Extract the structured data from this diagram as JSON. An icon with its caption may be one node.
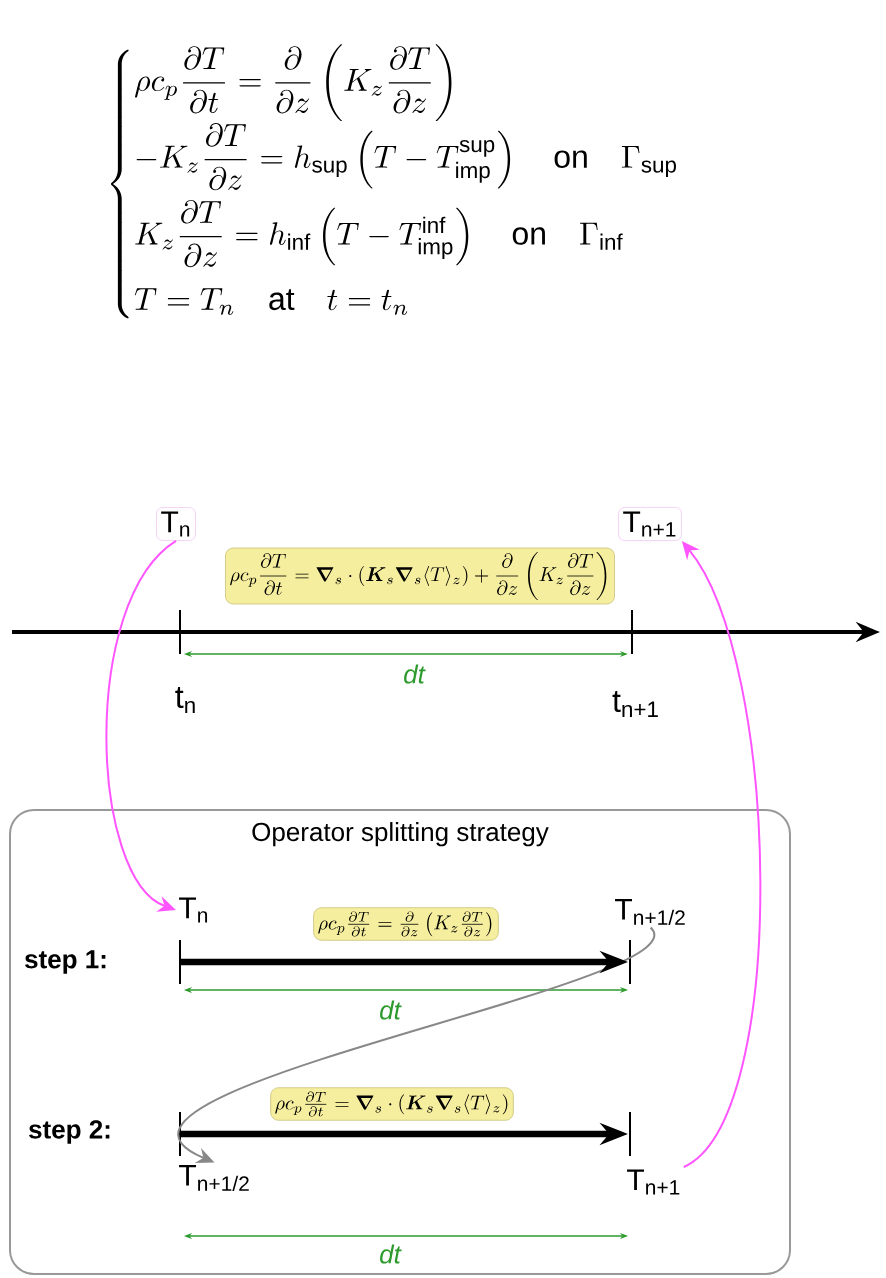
{
  "diagram": {
    "nodes": [
      {
        "text": [
          "T$_{n}$"
        ]
      },
      {
        "text": [
          "T$_{n+1}$"
        ]
      },
      {
        "text": [
          "\\rho c_p \\dfrac{\\partial T}{\\partial t} = \\boldsymbol{\\nabla}_s \\cdot \\left(\\boldsymbol{K}_s \\boldsymbol{\\nabla}_s \\langle T \\rangle_z\\right) + \\dfrac{\\partial}{\\partial z}\\left(K_z \\dfrac{\\partial T}{\\partial z}\\right)"
        ]
      },
      {
        "text": [
          "Operator splitting strategy"
        ]
      },
      {
        "text": [
          "T$_{n}$"
        ],
        "in": 3
      },
      {
        "text": [
          "T$_{n+1/2}$"
        ],
        "in": 3
      },
      {
        "text": [
          "\\rho c_p \\frac{\\partial T}{\\partial t} = \\frac{\\partial}{\\partial z}\\left(K_z \\frac{\\partial T}{\\partial z}\\right)"
        ],
        "in": 3
      },
      {
        "text": [
          "T$_{n+1/2}$"
        ],
        "in": 3
      },
      {
        "text": [
          "\\rho c_p \\frac{\\partial T}{\\partial t} = \\boldsymbol{\\nabla}_s \\cdot \\left(\\boldsymbol{K}_s \\boldsymbol{\\nabla}_s \\langle T \\rangle_z\\right)"
        ],
        "in": 3
      },
      {
        "text": [
          "T$_{n+1}$"
        ],
        "in": 3
      }
    ],
    "edges": [
      {
        "from": 0,
        "to": 4,
        "arrow": "to",
        "color": "#ff55ff"
      },
      {
        "from": 9,
        "to": 1,
        "arrow": "to",
        "color": "#ff55ff"
      },
      {
        "from": 5,
        "to": 7,
        "arrow": "to",
        "color": "#888888"
      },
      {
        "from": 4,
        "to": 5,
        "arrow": "to",
        "style": "thick",
        "color": "#000000"
      },
      {
        "from": 7,
        "to": 9,
        "arrow": "to",
        "style": "thick",
        "color": "#000000"
      }
    ],
    "labels": [
      "\\begin{cases} \\rho c_p \\dfrac{\\partial T}{\\partial t} = \\dfrac{\\partial}{\\partial z}\\left(K_z \\dfrac{\\partial T}{\\partial z}\\right) \\\\[6pt] -K_z \\dfrac{\\partial T}{\\partial z} = h_{\\mathrm{sup}}\\left(T - T_{\\mathrm{imp}}^{\\mathrm{sup}}\\right) \\quad \\mathrm{on} \\quad \\Gamma_{\\mathrm{sup}} \\\\[6pt] K_z \\dfrac{\\partial T}{\\partial z} = h_{\\mathrm{inf}}\\left(T - T_{\\mathrm{imp}}^{\\mathrm{inf}}\\right) \\quad \\mathrm{on} \\quad \\Gamma_{\\mathrm{inf}} \\\\[6pt] T = T_n \\quad \\mathrm{at} \\quad t = t_n \\end{cases}",
      "dt",
      "t$_{n}$",
      "t$_{n+1}$",
      "step 1:",
      "dt",
      "step 2:",
      "dt"
    ]
  }
}
